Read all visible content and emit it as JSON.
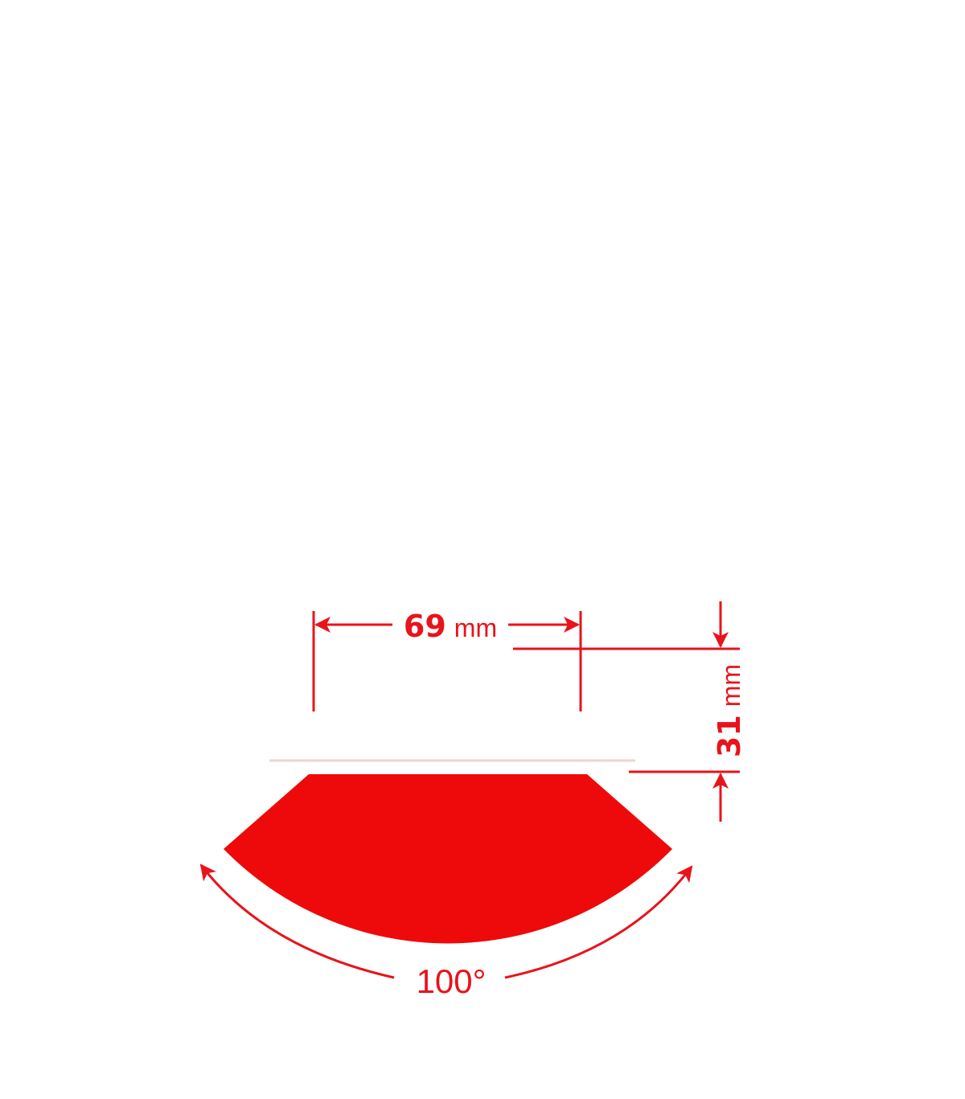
{
  "colors": {
    "accent": "#e8131b",
    "shape_fill": "#ee0a0a",
    "background": "#ffffff"
  },
  "dimensions": {
    "width": {
      "value": "69",
      "unit": "mm"
    },
    "height": {
      "value": "31",
      "unit": "mm"
    },
    "angle": {
      "label": "100°"
    }
  }
}
